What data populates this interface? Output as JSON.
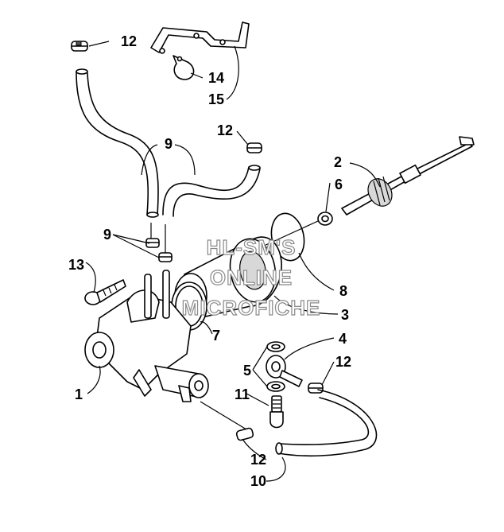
{
  "callouts": {
    "c1": "1",
    "c2": "2",
    "c3": "3",
    "c4": "4",
    "c5": "5",
    "c6": "6",
    "c7": "7",
    "c8": "8",
    "c9_top": "9",
    "c9_left": "9",
    "c10": "10",
    "c11": "11",
    "c12_top_left": "12",
    "c12_top_right": "12",
    "c12_right": "12",
    "c12_bottom": "12",
    "c13": "13",
    "c14": "14",
    "c15": "15"
  },
  "watermark": {
    "line1": "HL-SM'S",
    "line2": "ONLINE",
    "line3": "MICROFICHE"
  }
}
